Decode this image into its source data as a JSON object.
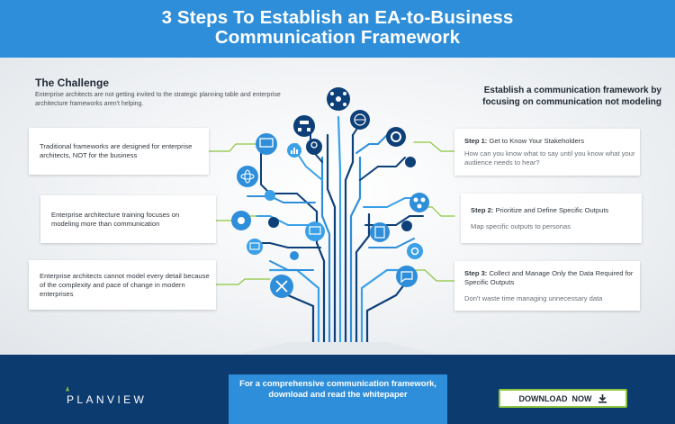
{
  "header": {
    "title_line1": "3 Steps To Establish an EA-to-Business",
    "title_line2": "Communication Framework"
  },
  "challenge": {
    "title": "The Challenge",
    "text": "Enterprise architects are not getting invited to the strategic planning table and enterprise architecture frameworks aren't helping."
  },
  "left_cards": [
    {
      "text": "Traditional frameworks are designed for enterprise architects, NOT for the business"
    },
    {
      "text": "Enterprise architecture training focuses on modeling more than communication"
    },
    {
      "text": "Enterprise architects cannot model every detail because of the complexity and pace of change in modern enterprises"
    }
  ],
  "right_title": "Establish a communication framework by focusing on communication not modeling",
  "steps": [
    {
      "label": "Step 1:",
      "title": "Get to Know Your Stakeholders",
      "desc": "How can you know what to say until you know what your audience needs to hear?"
    },
    {
      "label": "Step 2:",
      "title": "Prioritize and Define Specific Outputs",
      "desc": "Map specific outputs to personas"
    },
    {
      "label": "Step 3:",
      "title": "Collect and Manage Only the Data Required for Specific Outputs",
      "desc": "Don't waste time managing unnecessary data"
    }
  ],
  "footer": {
    "cta": "For a comprehensive communication framework, download and read the whitepaper",
    "brand": "PLANVIEW",
    "download_label": "DOWNLOAD  NOW"
  },
  "colors": {
    "header_blue": "#2f8ed9",
    "navy": "#0c3b70",
    "green": "#8dc63f",
    "light_blue": "#3aa0e8"
  },
  "icons": [
    "network-icon",
    "flowchart-icon",
    "globe-icon",
    "gear-icon",
    "presentation-icon",
    "atom-icon",
    "mail-icon",
    "tools-icon",
    "document-icon",
    "chart-icon",
    "location-icon",
    "people-icon",
    "chat-icon",
    "download-icon"
  ]
}
